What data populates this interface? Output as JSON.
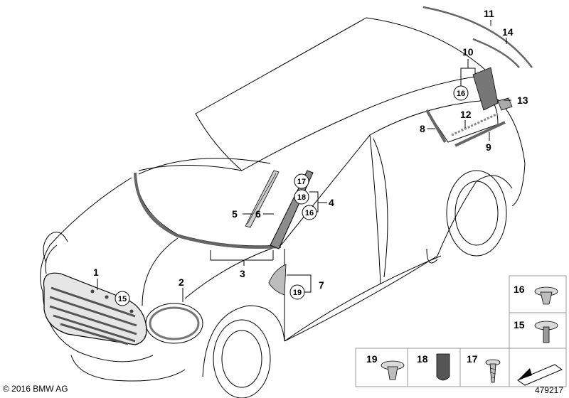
{
  "footer": {
    "copyright": "© 2016 BMW AG",
    "diagram_number": "479217"
  },
  "callouts": [
    "1",
    "2",
    "3",
    "4",
    "5",
    "6",
    "7",
    "8",
    "9",
    "10",
    "11",
    "12",
    "13",
    "14"
  ],
  "circled_callouts": {
    "c15_main": "15",
    "c16_pillar": "16",
    "c17_pillar": "17",
    "c18_pillar": "18",
    "c16_rear": "16",
    "c19_mirror": "19"
  },
  "parts_panel": {
    "p16": "16",
    "p15": "15",
    "p19": "19",
    "p18": "18",
    "p17": "17"
  },
  "colors": {
    "line": "#000000",
    "part_gray": "#8c8c8c",
    "panel_border": "#9a9a9a"
  }
}
